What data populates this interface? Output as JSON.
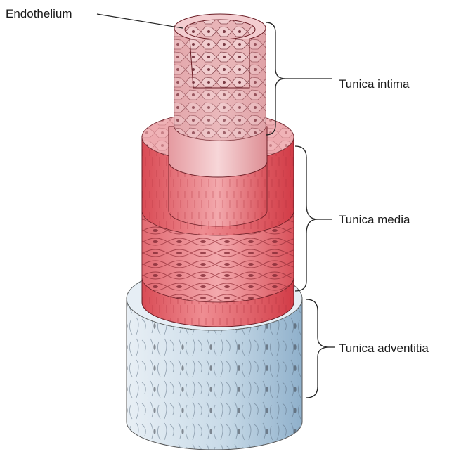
{
  "labels": {
    "endothelium": "Endothelium",
    "intima": "Tunica intima",
    "media": "Tunica media",
    "adventitia": "Tunica adventitia"
  },
  "colors": {
    "intima": "#e6a4a8",
    "intima_light": "#f5d0d2",
    "media": "#e4585f",
    "media_light": "#f2a0a3",
    "adventitia": "#c9dbe8",
    "adventitia_dark": "#9fbdd4",
    "line": "#222222"
  }
}
